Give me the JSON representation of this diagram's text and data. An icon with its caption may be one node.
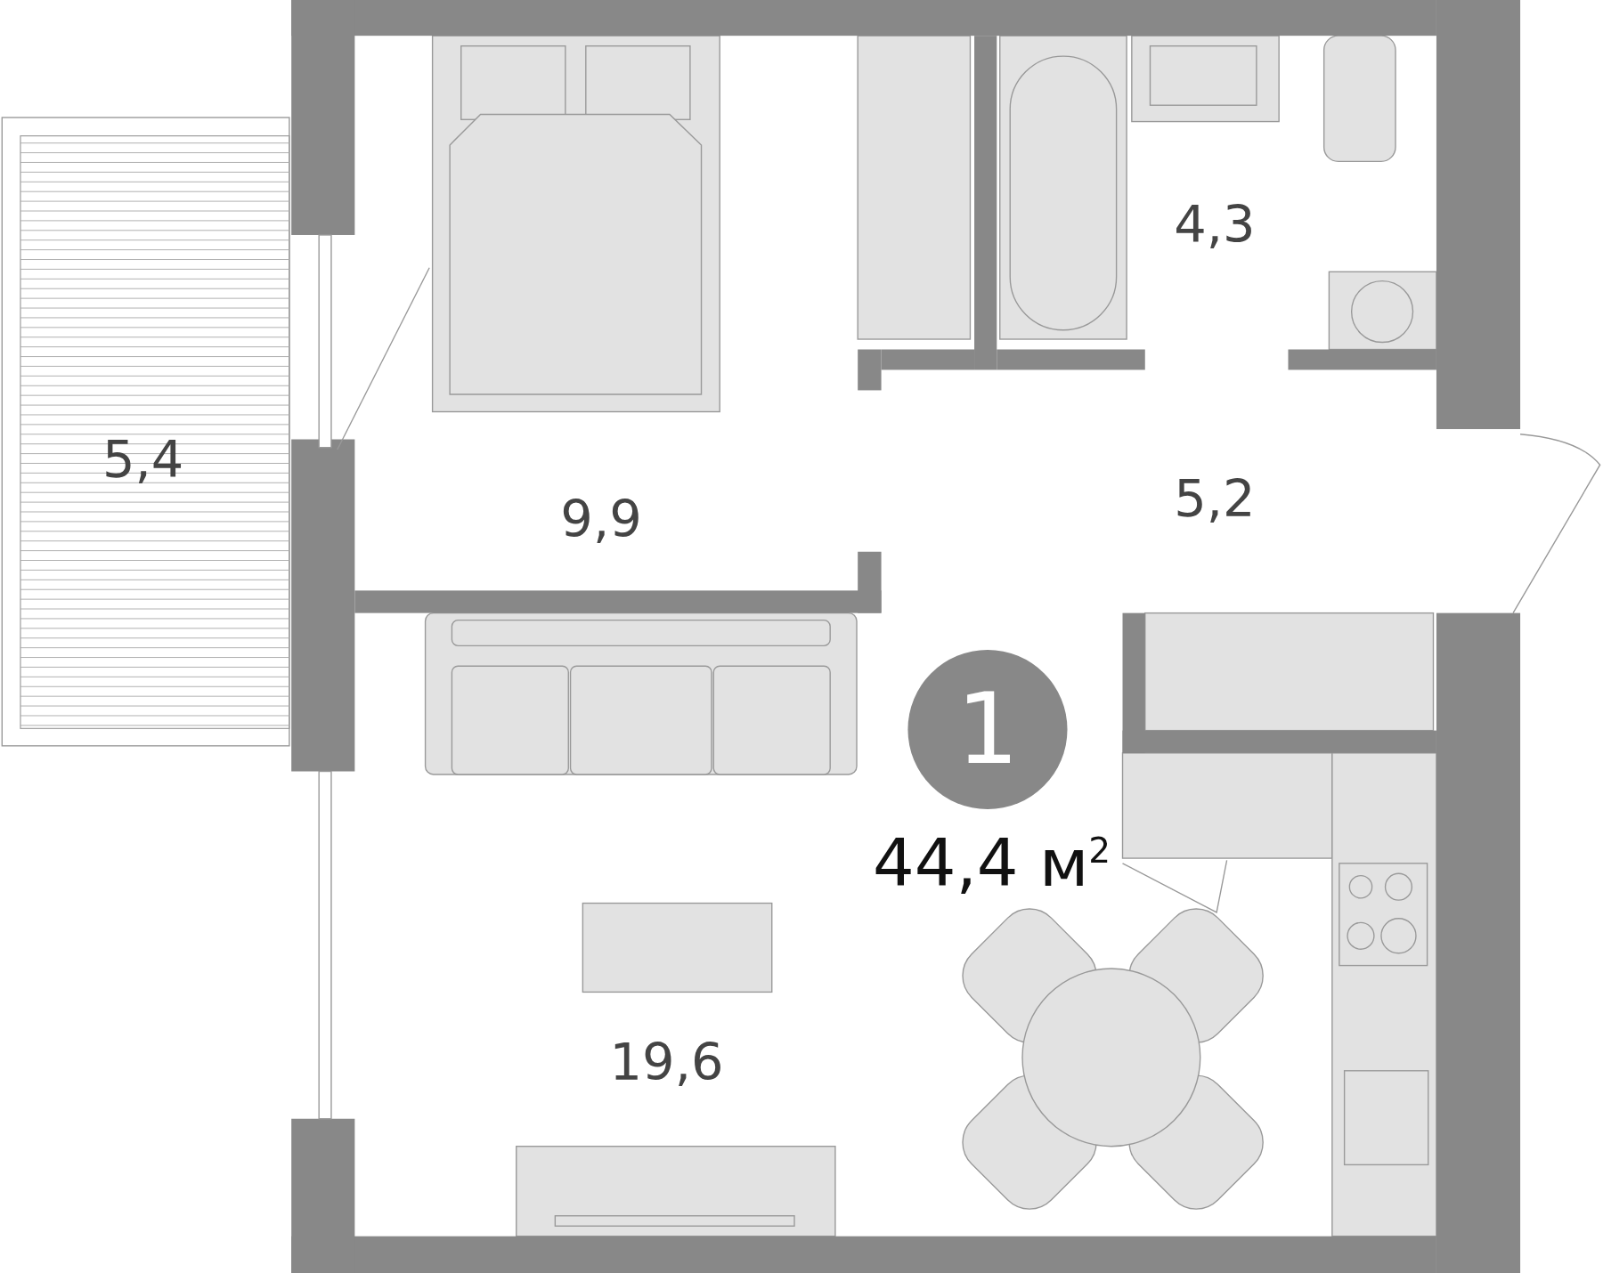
{
  "diagram": {
    "nodes": [
      {
        "text": [
          "1"
        ]
      }
    ],
    "labels": [
      "5,4",
      "4,3",
      "9,9",
      "5,2",
      "44,4 м$^{2}$",
      "19,6"
    ]
  }
}
